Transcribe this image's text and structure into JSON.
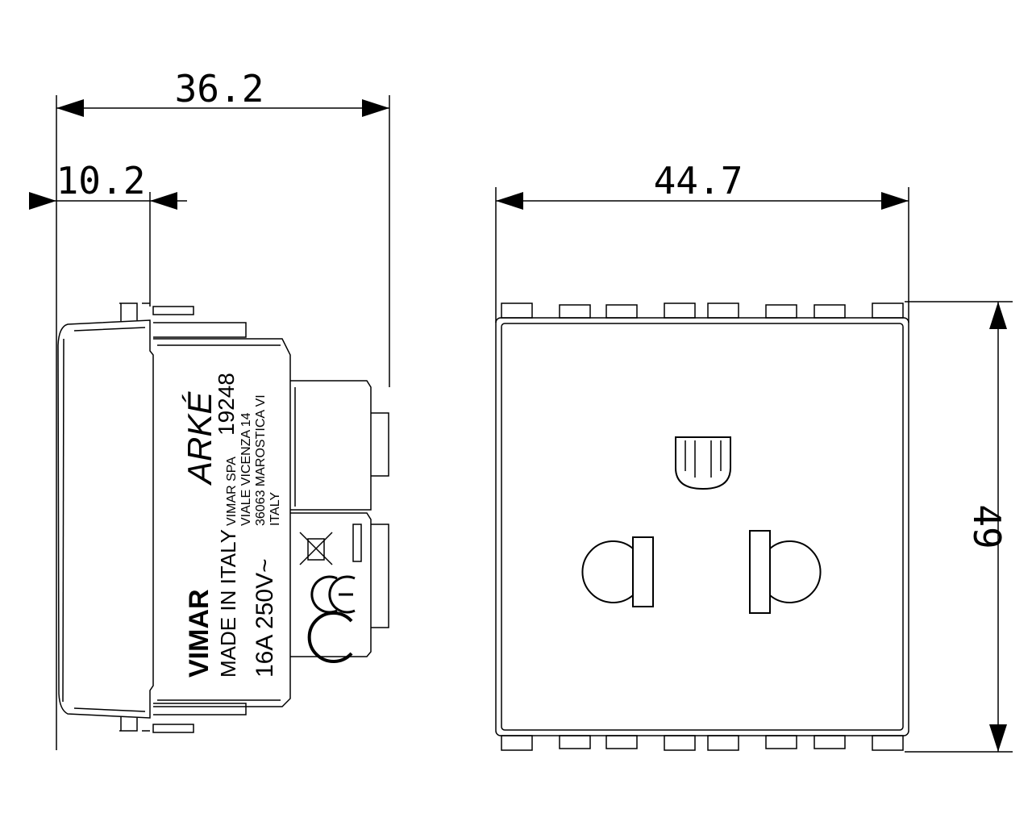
{
  "dimensions": {
    "side_width": "36.2",
    "side_offset": "10.2",
    "front_width": "44.7",
    "front_height": "49"
  },
  "side_label": {
    "brand": "VIMAR",
    "origin": "MADE IN ITALY",
    "rating": "16A  250V~",
    "series": "ARKÉ",
    "code": "19248",
    "address_1": "VIMAR SPA",
    "address_2": "VIALE VICENZA 14",
    "address_3": "36063 MAROSTICA VI",
    "address_4": "ITALY",
    "mark": "CE"
  }
}
